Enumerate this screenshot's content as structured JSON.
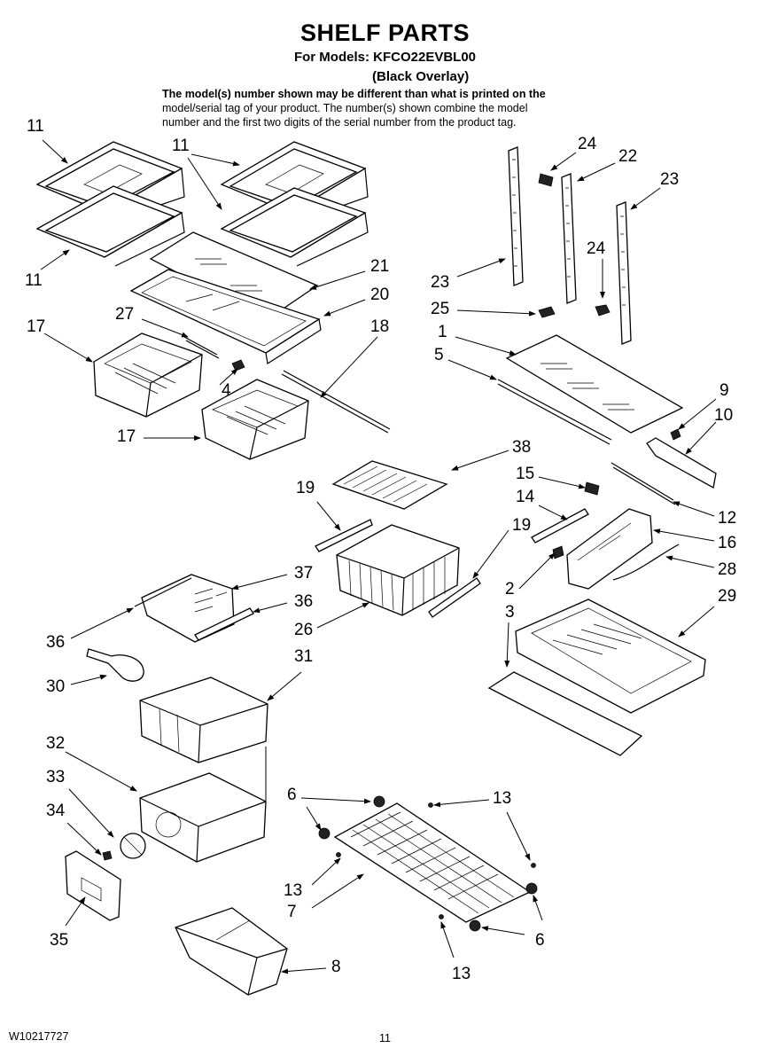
{
  "header": {
    "title": "SHELF PARTS",
    "models": "For Models: KFCO22EVBL00",
    "variant": "(Black Overlay)",
    "notice_bold": "The model(s) number shown may be different than what is printed on the",
    "notice_line2": "model/serial tag of your product. The number(s) shown combine the model",
    "notice_line3": "number and the first two digits of the serial number from the product tag."
  },
  "callouts": [
    "11",
    "11",
    "11",
    "24",
    "22",
    "23",
    "21",
    "23",
    "24",
    "20",
    "27",
    "25",
    "17",
    "18",
    "1",
    "5",
    "4",
    "9",
    "10",
    "17",
    "38",
    "15",
    "19",
    "14",
    "12",
    "19",
    "16",
    "37",
    "28",
    "2",
    "36",
    "3",
    "29",
    "36",
    "26",
    "31",
    "30",
    "32",
    "33",
    "6",
    "13",
    "34",
    "13",
    "7",
    "6",
    "35",
    "8",
    "13"
  ],
  "footer": {
    "doc_number": "W10217727",
    "page_number": "11"
  },
  "icons": [
    "leader-arrow"
  ]
}
